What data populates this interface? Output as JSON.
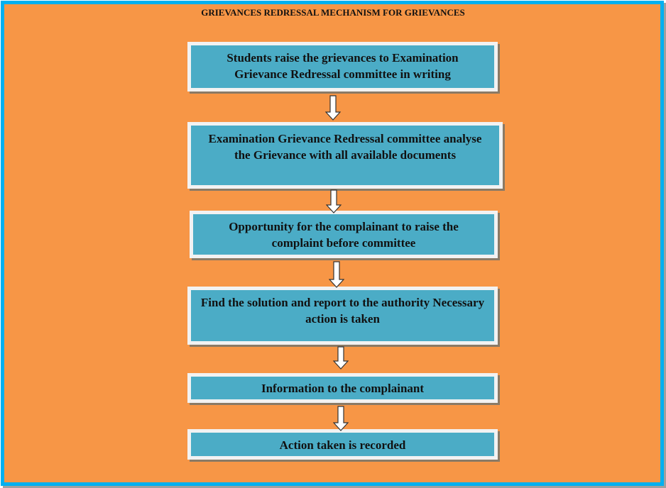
{
  "title": "GRIEVANCES REDRESSAL MECHANISM FOR GRIEVANCES",
  "steps": [
    "Students raise the grievances to Examination Grievance Redressal committee in writing",
    "Examination Grievance Redressal committee analyse the Grievance with all available documents",
    "Opportunity for the complainant to raise the complaint before committee",
    "Find the solution and report to the authority Necessary action is taken",
    "Information to the complainant",
    "Action taken is recorded"
  ],
  "colors": {
    "background": "#f79646",
    "border": "#00b0f0",
    "box": "#4bacc6"
  }
}
